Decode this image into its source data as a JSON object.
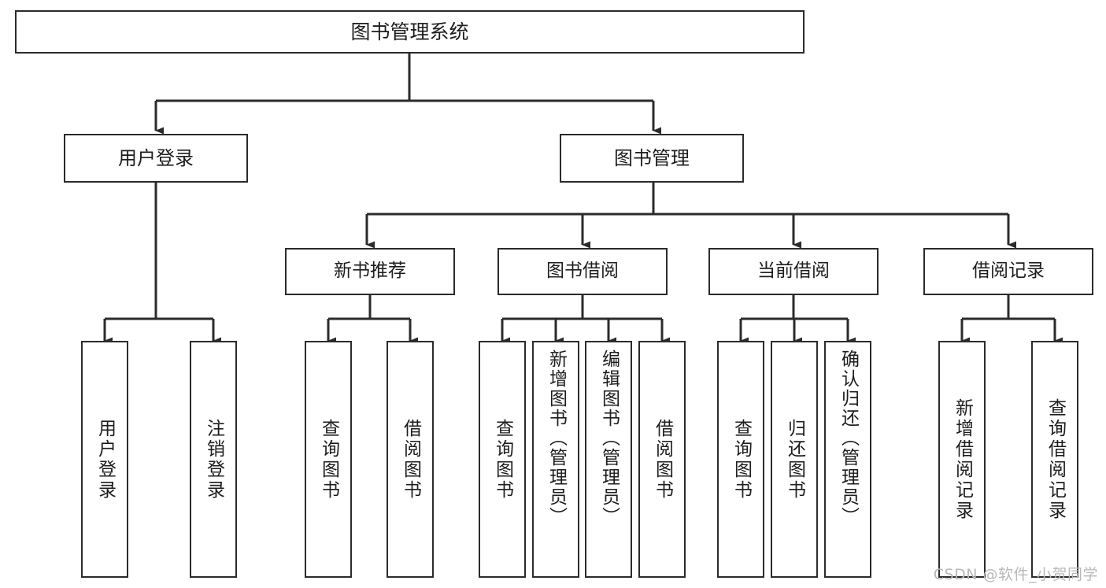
{
  "diagram": {
    "title": "图书管理系统",
    "type": "tree",
    "watermark": "CSDN @软件_小贺同学",
    "colors": {
      "box_border": "#2b2b2b",
      "box_fill": "#ffffff",
      "edge": "#2b2b2b",
      "text": "#1d1d1d",
      "watermark": "#b9b9b9"
    },
    "levels": {
      "root": [
        "图书管理系统"
      ],
      "level2": [
        "用户登录",
        "图书管理"
      ],
      "level3": [
        "新书推荐",
        "图书借阅",
        "当前借阅",
        "借阅记录"
      ],
      "leaves": [
        "用户登录",
        "注销登录",
        "查询图书",
        "借阅图书",
        "查询图书",
        "新增图书（管理员）",
        "编辑图书（管理员）",
        "借阅图书",
        "查询图书",
        "归还图书",
        "确认归还（管理员）",
        "新增借阅记录",
        "查询借阅记录"
      ]
    },
    "nodes": {
      "root": {
        "label": "图书管理系统"
      },
      "user_login": {
        "label": "用户登录"
      },
      "book_manage": {
        "label": "图书管理"
      },
      "new_book_rec": {
        "label": "新书推荐"
      },
      "book_borrow": {
        "label": "图书借阅"
      },
      "current_borrow": {
        "label": "当前借阅"
      },
      "borrow_record": {
        "label": "借阅记录"
      },
      "leaf_user_login": {
        "label": "用户登录"
      },
      "leaf_user_logout": {
        "label": "注销登录"
      },
      "leaf_rec_query": {
        "label": "查询图书"
      },
      "leaf_rec_borrow": {
        "label": "借阅图书"
      },
      "leaf_borrow_query": {
        "label": "查询图书"
      },
      "leaf_borrow_add": {
        "label": "新增图书（管理员）"
      },
      "leaf_borrow_edit": {
        "label": "编辑图书（管理员）"
      },
      "leaf_borrow_lend": {
        "label": "借阅图书"
      },
      "leaf_cur_query": {
        "label": "查询图书"
      },
      "leaf_cur_return": {
        "label": "归还图书"
      },
      "leaf_cur_confirm": {
        "label": "确认归还（管理员）"
      },
      "leaf_rec_add": {
        "label": "新增借阅记录"
      },
      "leaf_rec_search": {
        "label": "查询借阅记录"
      }
    },
    "edges": [
      {
        "from": "root",
        "to": "user_login"
      },
      {
        "from": "root",
        "to": "book_manage"
      },
      {
        "from": "user_login",
        "to": "leaf_user_login"
      },
      {
        "from": "user_login",
        "to": "leaf_user_logout"
      },
      {
        "from": "book_manage",
        "to": "new_book_rec"
      },
      {
        "from": "book_manage",
        "to": "book_borrow"
      },
      {
        "from": "book_manage",
        "to": "current_borrow"
      },
      {
        "from": "book_manage",
        "to": "borrow_record"
      },
      {
        "from": "new_book_rec",
        "to": "leaf_rec_query"
      },
      {
        "from": "new_book_rec",
        "to": "leaf_rec_borrow"
      },
      {
        "from": "book_borrow",
        "to": "leaf_borrow_query"
      },
      {
        "from": "book_borrow",
        "to": "leaf_borrow_add"
      },
      {
        "from": "book_borrow",
        "to": "leaf_borrow_edit"
      },
      {
        "from": "book_borrow",
        "to": "leaf_borrow_lend"
      },
      {
        "from": "current_borrow",
        "to": "leaf_cur_query"
      },
      {
        "from": "current_borrow",
        "to": "leaf_cur_return"
      },
      {
        "from": "current_borrow",
        "to": "leaf_cur_confirm"
      },
      {
        "from": "borrow_record",
        "to": "leaf_rec_add"
      },
      {
        "from": "borrow_record",
        "to": "leaf_rec_search"
      }
    ]
  }
}
